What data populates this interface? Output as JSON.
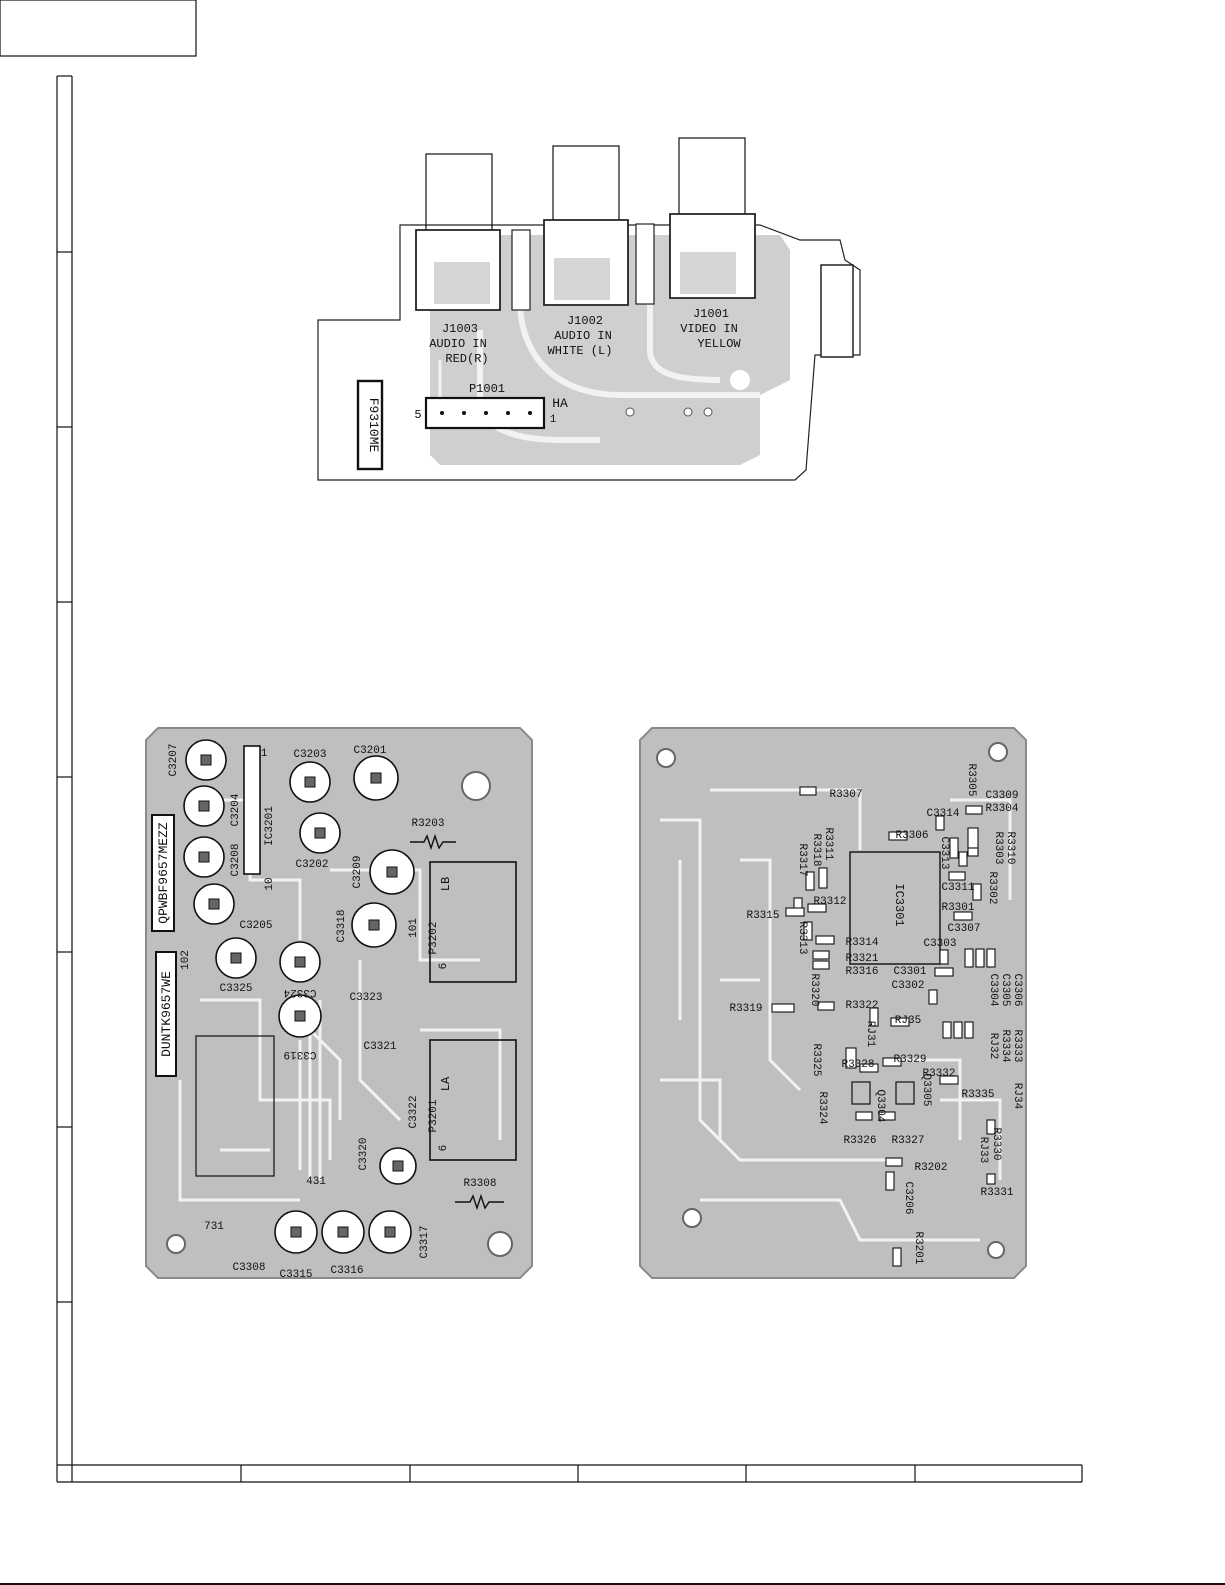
{
  "board_top": {
    "jacks": [
      {
        "ref": "J1003",
        "line1": "AUDIO IN",
        "line2": "RED(R)"
      },
      {
        "ref": "J1002",
        "line1": "AUDIO IN",
        "line2": "WHITE (L)"
      },
      {
        "ref": "J1001",
        "line1": "VIDEO IN",
        "line2": "YELLOW"
      }
    ],
    "connector": {
      "ref": "P1001",
      "pin_left": "5",
      "pin_right": "1",
      "tag": "HA"
    },
    "board_code": "F9310ME"
  },
  "board_left": {
    "codes": [
      "QPWBF9657MEZZ",
      "DUNTK9657WE"
    ],
    "labels": [
      "C3207",
      "C3204",
      "C3208",
      "IC3201",
      "C3203",
      "C3201",
      "C3202",
      "R3203",
      "C3209",
      "C3205",
      "C3318",
      "102",
      "101",
      "P3202",
      "LB",
      "6",
      "C3325",
      "C3324",
      "C3323",
      "C3319",
      "C3321",
      "LA",
      "P3201",
      "6",
      "C3322",
      "C3320",
      "431",
      "R3308",
      "731",
      "C3308",
      "C3315",
      "C3316",
      "C3317",
      "1",
      "10"
    ]
  },
  "board_right": {
    "labels": [
      "R3307",
      "R3305",
      "C3309",
      "R3304",
      "C3314",
      "R3306",
      "C3313",
      "R3311",
      "R3318",
      "R3317",
      "R3303",
      "R3310",
      "R3302",
      "C3311",
      "R3301",
      "C3307",
      "IC3301",
      "R3312",
      "R3315",
      "R3313",
      "R3314",
      "C3303",
      "R3321",
      "R3316",
      "C3301",
      "R3320",
      "C3302",
      "C3306",
      "C3305",
      "C3304",
      "R3319",
      "R3322",
      "RJ35",
      "RJ31",
      "R3333",
      "R3334",
      "RJ32",
      "R3328",
      "R3329",
      "R3325",
      "R3332",
      "R3324",
      "Q3304",
      "Q3305",
      "R3335",
      "RJ34",
      "R3330",
      "RJ33",
      "R3326",
      "R3327",
      "R3202",
      "C3206",
      "R3331",
      "R3201"
    ]
  }
}
